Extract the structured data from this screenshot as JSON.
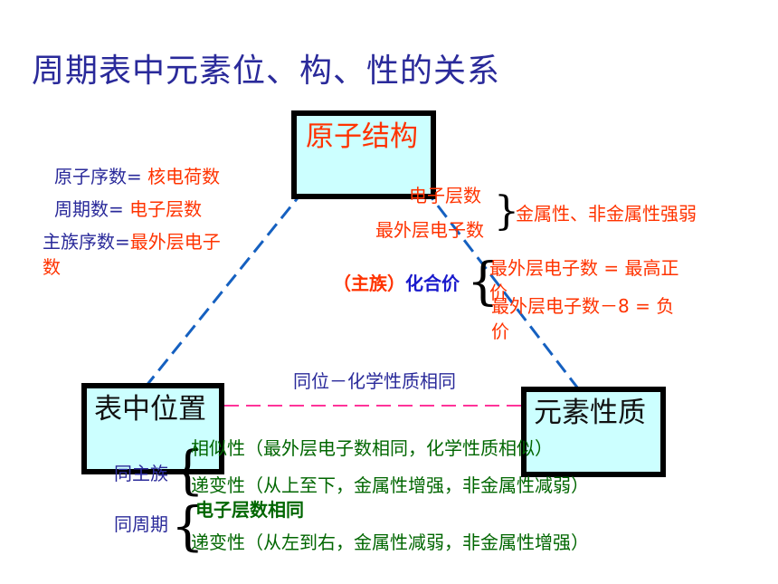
{
  "title": "周期表中元素位、构、性的关系",
  "nodes": {
    "structure": "原子结构",
    "position": "表中位置",
    "properties": "元素性质"
  },
  "structure_position": {
    "line1_label": "原子序数=",
    "line1_value": " 核电荷数",
    "line2_label": "周期数=",
    "line2_value": " 电子层数",
    "line3_label": "主族序数=",
    "line3_value": "最外层电子",
    "line3_wrap": "数"
  },
  "structure_properties": {
    "shells": "电子层数",
    "outer_electrons": "最外层电子数",
    "metallic": "金属性、非金属性强弱",
    "group_prefix": "（主族）",
    "valence": "化合价",
    "max_pos_line1": "最外层电子数 = 最高正",
    "max_pos_wrap": "价",
    "neg_line1": "最外层电子数－8 = 负",
    "neg_wrap": "价"
  },
  "position_properties": {
    "same_position": "同位－化学性质相同",
    "same_group": "同主族",
    "similarity": "相似性（最外层电子数相同，化学性质相似）",
    "trend_group": "递变性（从上至下，金属性增强，非金属性减弱）",
    "same_period": "同周期",
    "same_shells": "电子层数相同",
    "trend_period": "递变性（从左到右，金属性减弱，非金属性增强）"
  }
}
